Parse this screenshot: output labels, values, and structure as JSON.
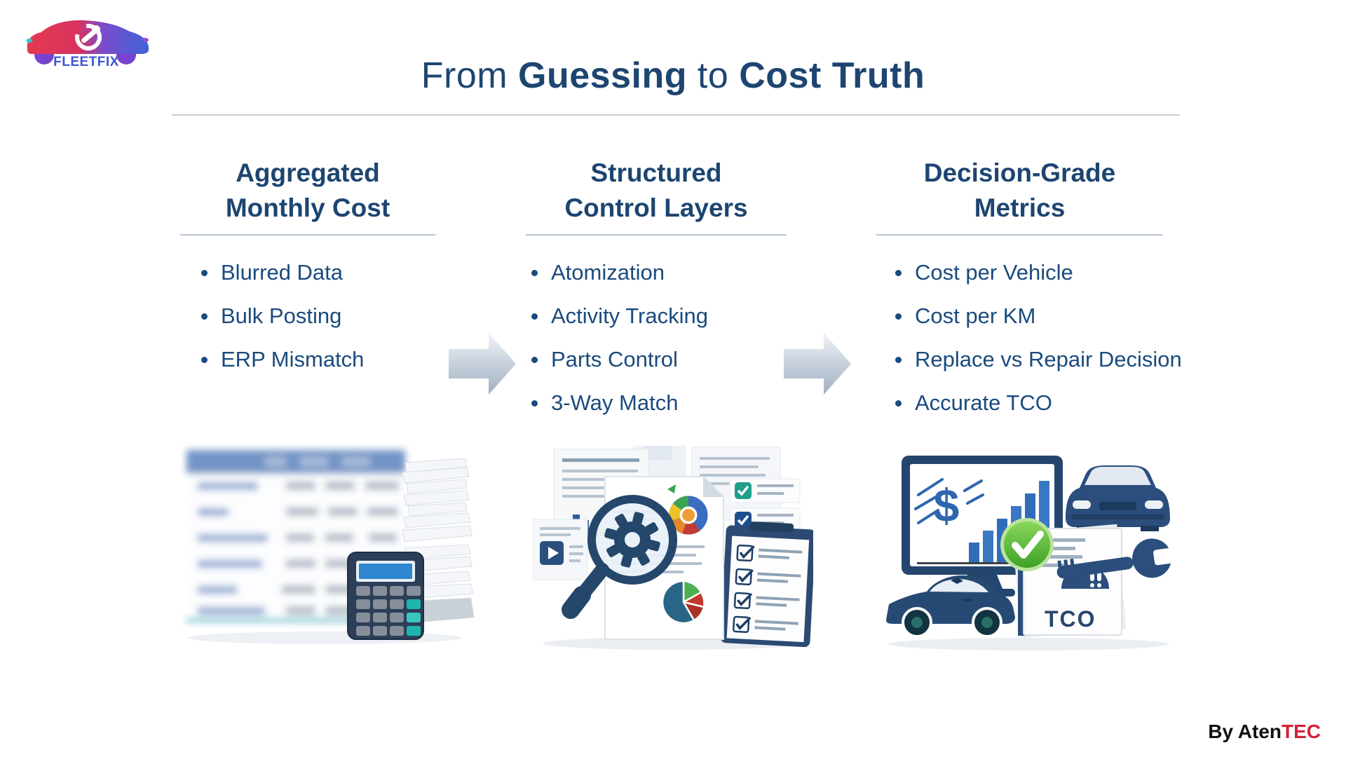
{
  "brand": {
    "logo_text": "FLEETFIX"
  },
  "title": {
    "part1": "From ",
    "part2": "Guessing",
    "part3": " to ",
    "part4": "Cost Truth"
  },
  "columns": [
    {
      "heading_line1": "Aggregated",
      "heading_line2": "Monthly Cost",
      "bullets": [
        "Blurred Data",
        "Bulk Posting",
        "ERP Mismatch"
      ],
      "illustration": "blurred-spreadsheet-with-calculator-and-paper-stacks"
    },
    {
      "heading_line1": "Structured",
      "heading_line2": "Control Layers",
      "bullets": [
        "Atomization",
        "Activity Tracking",
        "Parts Control",
        "3-Way Match"
      ],
      "illustration": "magnifier-gear-over-documents-with-checklists"
    },
    {
      "heading_line1": "Decision-Grade",
      "heading_line2": "Metrics",
      "bullets": [
        "Cost per Vehicle",
        "Cost per KM",
        "Replace vs Repair Decision",
        "Accurate TCO"
      ],
      "illustration": "monitor-growth-chart-cars-check-tco-report-wrench"
    }
  ],
  "illustrations": {
    "dollar_sign": "$",
    "tco_label": "TCO"
  },
  "footer": {
    "by": "By Aten",
    "brand": "TEC"
  },
  "colors": {
    "heading_navy": "#1d4571",
    "bullet_navy": "#1b4a7d",
    "accent_red": "#d6213a",
    "logo_blue": "#3d55d4",
    "teal": "#1db6ac",
    "arrow_grey": "#9fb0c2",
    "illustration_navy": "#2b4e7c",
    "check_green": "#4db52e"
  }
}
